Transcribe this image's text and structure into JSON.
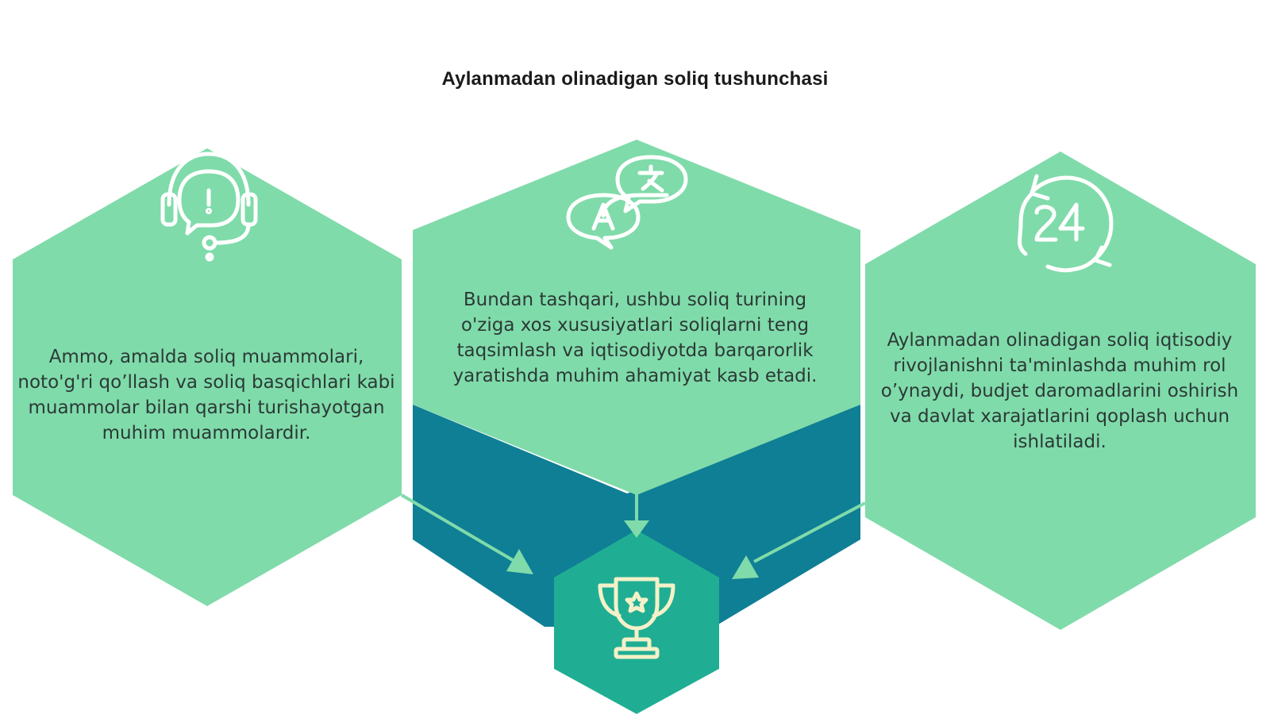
{
  "title": "Aylanmadan olinadigan soliq tushunchasi",
  "hexagons": [
    {
      "id": "left",
      "icon": "headset-alert-icon",
      "text": "Ammo, amalda soliq muammolari, noto'g'ri qo’llash va soliq basqichlari kabi muammolar bilan qarshi turishayotgan muhim muammolardir."
    },
    {
      "id": "center",
      "icon": "translate-speech-bubbles-icon",
      "text": "Bundan tashqari, ushbu soliq turining o'ziga xos xususiyatlari soliqlarni teng taqsimlash va iqtisodiyotda barqarorlik yaratishda muhim ahamiyat kasb etadi."
    },
    {
      "id": "right",
      "icon": "24-hours-clock-icon",
      "text": "Aylanmadan olinadigan soliq iqtisodiy rivojlanishni ta'minlashda muhim rol o’ynaydi, budjet daromadlarini oshirish va davlat xarajatlarini qoplash uchun ishlatiladi."
    }
  ],
  "result_icon": "trophy-icon",
  "colors": {
    "mint": "#80dbaa",
    "teal_dark": "#0f7f95",
    "teal_result": "#1fae93",
    "arrow": "#80dbaa",
    "icon_stroke": "#ffffff",
    "trophy_stroke": "#f4f1c8"
  }
}
